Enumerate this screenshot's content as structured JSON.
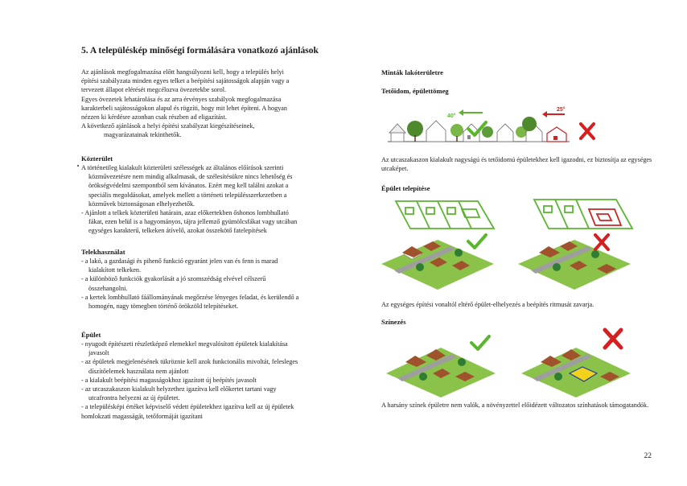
{
  "heading": "5. A településkép minőségi formálására vonatkozó ajánlások",
  "intro": [
    "Az ajánlások megfogalmazása előtt hangsúlyozni kell, hogy a település helyi",
    "építési szabályzata minden egyes telket a beépítési sajátosságok alapján vagy a",
    "tervezett állapot elérését megcélozva övezetekbe sorol.",
    "Egyes övezetek lehatárolása és az arra érvényes szabályok megfogalmazása",
    "karakterbeli sajátosságokon alapul és rögzíti, hogy mit lehet építeni. A hogyan",
    "nézzen ki kérdésre azonban csak részben ad eligazítást.",
    "A következő ajánlások a helyi építési szabályzat kiegészítéseinek,",
    "magyarázatainak tekinthetők."
  ],
  "kozterulet": {
    "title": "Közterület",
    "items": [
      [
        "A történetileg kialakult közterületi szélességek az általános előírások szerinti",
        "közművezetésre nem mindig alkalmasak, de szélesítésükre nincs lehetőség és",
        "örökségvédelmi szempontból sem kívánatos. Ezért meg kell találni azokat a",
        "speciális megoldásokat, amelyek mellett a történeti településszerkezetben  a",
        "közművek biztonságosan elhelyezhetők."
      ],
      [
        "- Ajánlott a telkek közterületi határain, azaz előkertekben őshonos lombhullató",
        "fákat, ezen belül is a hagyományos, tájra jellemző gyümölcsfákat vagy utcában",
        "egységes karakterű, telkeken átívelő, azokat összekötő fatelepítések"
      ]
    ]
  },
  "telekhasznalat": {
    "title": "Telekhasználat",
    "items": [
      [
        "- a lakó, a gazdasági és pihenő funkció egyaránt jelen van és fenn is marad",
        "kialakított telkeken."
      ],
      [
        "- a különböző funkciók gyakorlását a jó szomszédság elvével célszerű",
        "összehangolni."
      ],
      [
        "- a kertek lombhullató fáállományának megőrzése lényeges feladat, és kerülendő a",
        "homogén, nagy tömegben történő örökzöld telepítéseket."
      ]
    ]
  },
  "epulet": {
    "title": "Épület",
    "items": [
      [
        "- nyugodt építészeti részletképző elemekkel megvalósított épületek kialakítása",
        "javasolt"
      ],
      [
        "- az épületek megjelenésének tükröznie kell azok funkcionális mivoltát, felesleges",
        "díszítőelemek használata nem ajánlott"
      ],
      [
        "- a kialakult beépítési magasságokhoz igazított új beépítés javasolt"
      ],
      [
        "- az utcaszakaszon kialakult helyzethez igazítva kell előkertet tartani vagy",
        "utcafrontra helyezni az új épületet."
      ],
      [
        "- a településképi értéket képviselő védett épületekhez igazítva kell az új épületek"
      ],
      [
        "homlokzati magasságát, tetőformáját igazítani"
      ]
    ]
  },
  "right": {
    "section_title": "Minták lakóterületre",
    "roof_title": "Tetőidom, épülettömeg",
    "roof_angle_good": "40°",
    "roof_angle_bad": "25°",
    "roof_caption": "Az utcaszakaszon kialakult nagyságú és tetőidomú épületekhez kell igazodni, ez biztosítja az egységes utcaképet.",
    "placement_title": "Épület telepítése",
    "placement_caption": "Az egységes építési vonaltól eltérő épület-elhelyezés a beépítés ritmusát zavarja.",
    "color_title": "Színezés",
    "color_caption": "A harsány színek épületre nem valók, a növényzettel előidézett változatos színhatások támogatandók."
  },
  "page_number": "22",
  "colors": {
    "good": "#5cb531",
    "bad": "#d42020",
    "plan_line_good": "#5cb531",
    "plan_line_bad": "#c62828",
    "grass": "#8bc34a",
    "road": "#9e9e9e",
    "roof": "#a0522d",
    "bad_house": "#f2d21b"
  }
}
